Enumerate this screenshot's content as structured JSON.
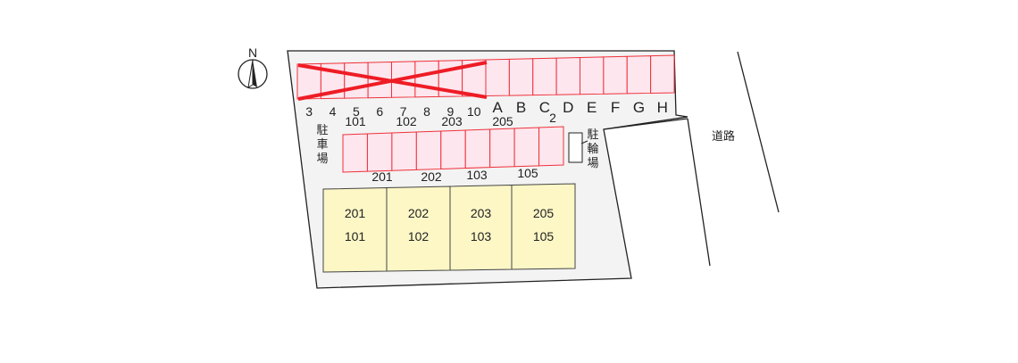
{
  "compass": {
    "label": "N"
  },
  "road_label": "道路",
  "parking_label": [
    "駐",
    "車",
    "場"
  ],
  "bike_parking_label": [
    "駐",
    "輪",
    "場"
  ],
  "top_row": {
    "slots": [
      "3",
      "4",
      "5",
      "6",
      "7",
      "8",
      "9",
      "10",
      "A",
      "B",
      "C",
      "D",
      "E",
      "F",
      "G",
      "H"
    ],
    "unavailable_count": 8,
    "assignments": [
      {
        "slot": "5",
        "unit": "101"
      },
      {
        "slot": "7",
        "unit": "102"
      },
      {
        "slot": "9",
        "unit": "203"
      },
      {
        "slot": "A",
        "unit": "205"
      },
      {
        "slot": "C",
        "unit": "2"
      }
    ]
  },
  "middle_row": {
    "slot_count": 9,
    "assignments": [
      "201",
      "202",
      "103",
      "105"
    ]
  },
  "buildings": [
    {
      "upper": "201",
      "lower": "101"
    },
    {
      "upper": "202",
      "lower": "102"
    },
    {
      "upper": "203",
      "lower": "103"
    },
    {
      "upper": "205",
      "lower": "105"
    }
  ],
  "colors": {
    "slot_fill": "#fde6ee",
    "slot_stroke": "#f0303a",
    "cross": "#ee1c25",
    "unit_fill": "#fdf7c6",
    "lot_fill": "#f3f3f3"
  }
}
